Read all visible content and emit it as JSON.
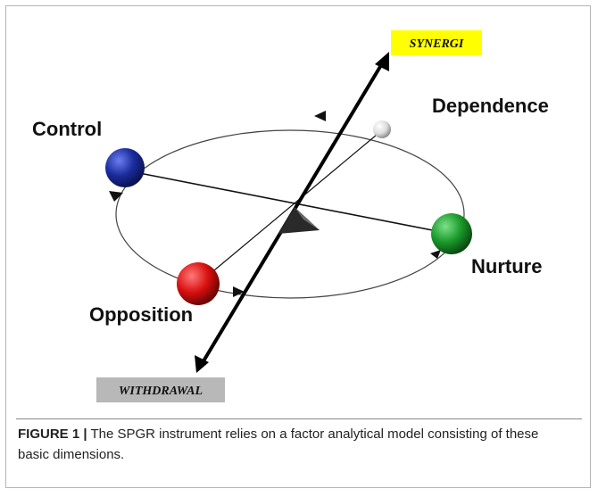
{
  "diagram": {
    "labels": {
      "synergi": "SYNERGI",
      "withdrawal": "WITHDRAWAL",
      "control": "Control",
      "dependence": "Dependence",
      "nurture": "Nurture",
      "opposition": "Opposition"
    },
    "colors": {
      "synergi_box": "#ffff00",
      "withdrawal_box": "#b8b8b8",
      "control_sphere": "#1a2c9c",
      "dependence_sphere": "#e8e8e8",
      "nurture_sphere": "#1a9a2a",
      "opposition_sphere": "#d91010"
    }
  },
  "caption": {
    "figure_label": "FIGURE 1 |",
    "text": " The SPGR instrument relies on a factor analytical model consisting of these basic dimensions."
  }
}
